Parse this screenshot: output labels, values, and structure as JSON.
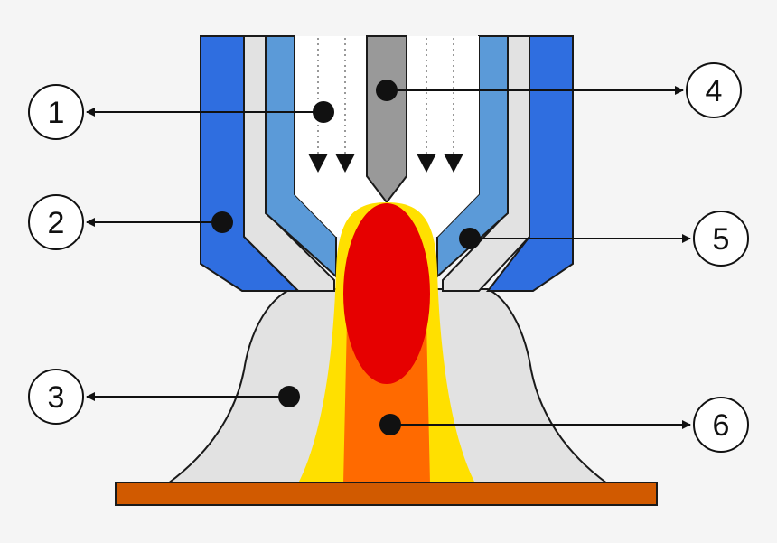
{
  "callouts": [
    {
      "id": "1",
      "label": "1"
    },
    {
      "id": "2",
      "label": "2"
    },
    {
      "id": "3",
      "label": "3"
    },
    {
      "id": "4",
      "label": "4"
    },
    {
      "id": "5",
      "label": "5"
    },
    {
      "id": "6",
      "label": "6"
    }
  ],
  "colors": {
    "background": "#f5f5f5",
    "outer_nozzle": "#2f6ee0",
    "inner_nozzle": "#5b9ad8",
    "shield_gas": "#e2e2e2",
    "electrode": "#999999",
    "arc_core": "#e60000",
    "plasma_outer": "#ffe000",
    "plasma_inner": "#ff6a00",
    "workpiece": "#d15a00",
    "outline": "#1a1a1a"
  }
}
